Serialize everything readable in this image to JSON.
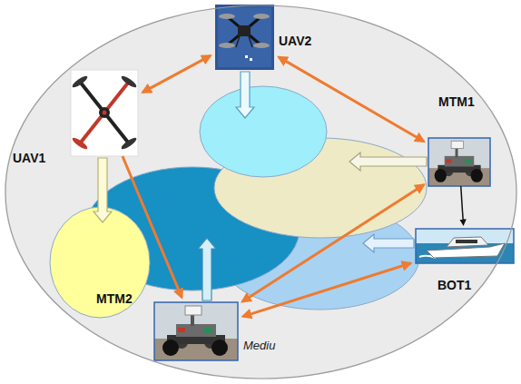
{
  "diagram": {
    "nodes": [
      {
        "text": [
          "Mediu"
        ]
      },
      {
        "text": [
          "UAV2"
        ],
        "in": 0
      },
      {
        "text": [
          "UAV1"
        ],
        "in": 0
      },
      {
        "text": [
          "MTM1"
        ],
        "in": 0
      },
      {
        "text": [
          "BOT1"
        ],
        "in": 0
      },
      {
        "text": [
          "MTM2"
        ],
        "in": 0
      }
    ],
    "edges": [
      {
        "from": 2,
        "to": 1,
        "arrow": "both"
      },
      {
        "from": 1,
        "to": 3,
        "arrow": "both"
      },
      {
        "from": 2,
        "to": 5,
        "arrow": "to"
      },
      {
        "from": 5,
        "to": 3,
        "arrow": "both"
      },
      {
        "from": 5,
        "to": 4,
        "arrow": "both"
      },
      {
        "from": 3,
        "to": 4,
        "arrow": "to"
      }
    ]
  }
}
